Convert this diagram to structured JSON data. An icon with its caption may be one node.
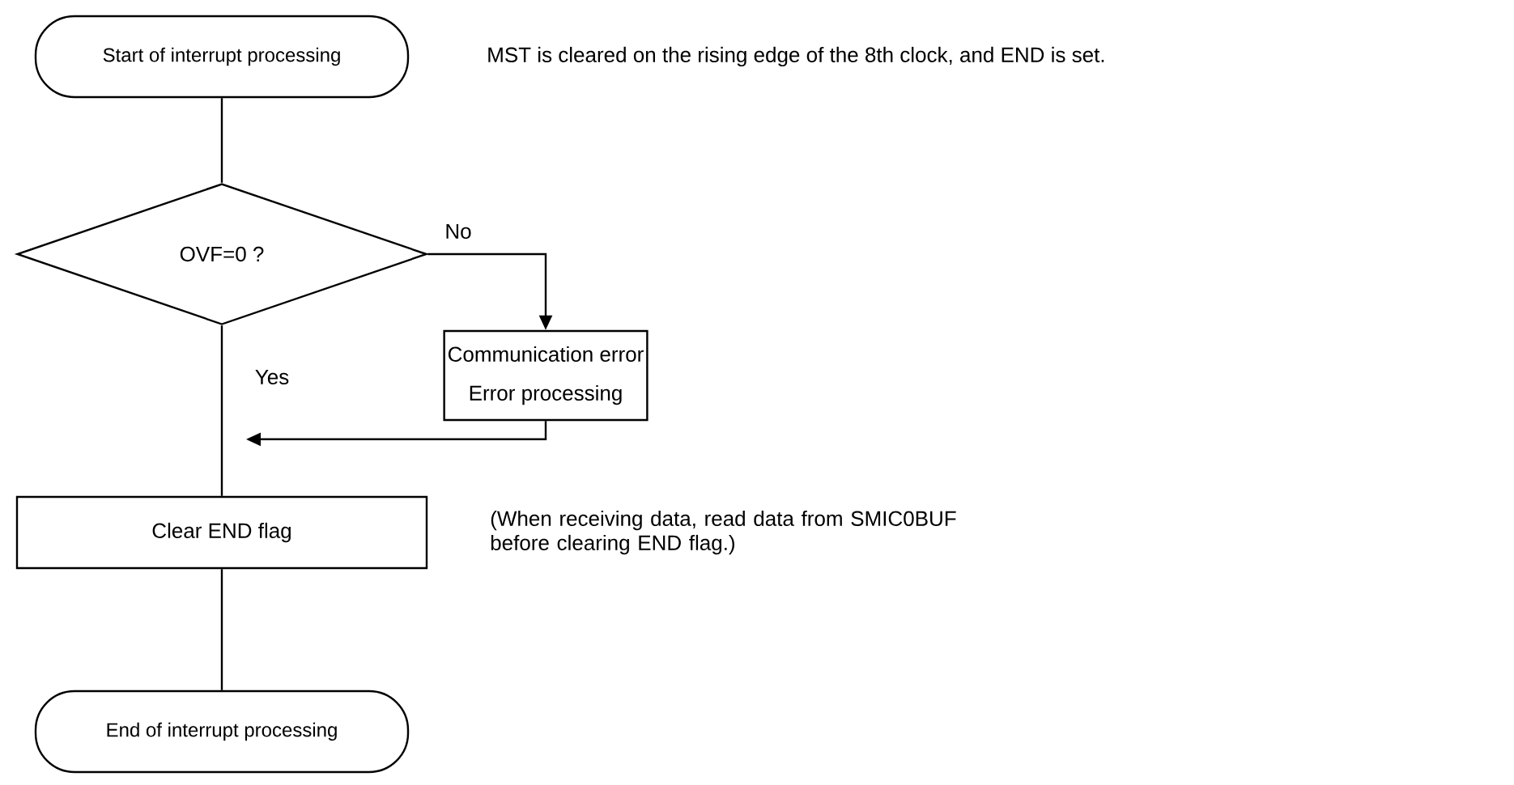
{
  "diagram": {
    "nodes": [
      {
        "text": [
          "Start of interrupt processing"
        ]
      },
      {
        "text": [
          "OVF=0 ?"
        ]
      },
      {
        "text": [
          "Communication error",
          "Error processing"
        ]
      },
      {
        "text": [
          "Clear END flag"
        ]
      },
      {
        "text": [
          "End of interrupt processing"
        ]
      }
    ],
    "edges": [
      {
        "from": 0,
        "to": 1,
        "arrow": "none"
      },
      {
        "from": 1,
        "to": 2,
        "arrow": "to",
        "label": "No"
      },
      {
        "from": 1,
        "to": 3,
        "arrow": "none",
        "label": "Yes"
      },
      {
        "from": 2,
        "to": 3,
        "arrow": "to"
      },
      {
        "from": 3,
        "to": 4,
        "arrow": "none"
      }
    ],
    "labels": [
      "MST is cleared on the rising edge of the 8th clock, and END is set.",
      "(When receiving data, read data from SMIC0BUF before clearing END flag.)"
    ]
  }
}
